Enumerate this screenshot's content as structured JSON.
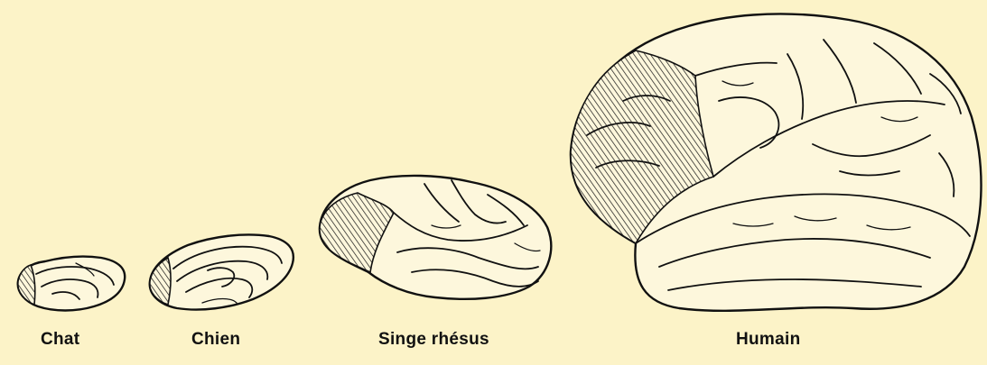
{
  "figure": {
    "background_color": "#fcf3c8",
    "hatch_meaning_color": "#111111",
    "brains": [
      {
        "id": "cat",
        "label": "Chat"
      },
      {
        "id": "dog",
        "label": "Chien"
      },
      {
        "id": "rhesus",
        "label": "Singe rhésus"
      },
      {
        "id": "human",
        "label": "Humain"
      }
    ]
  }
}
